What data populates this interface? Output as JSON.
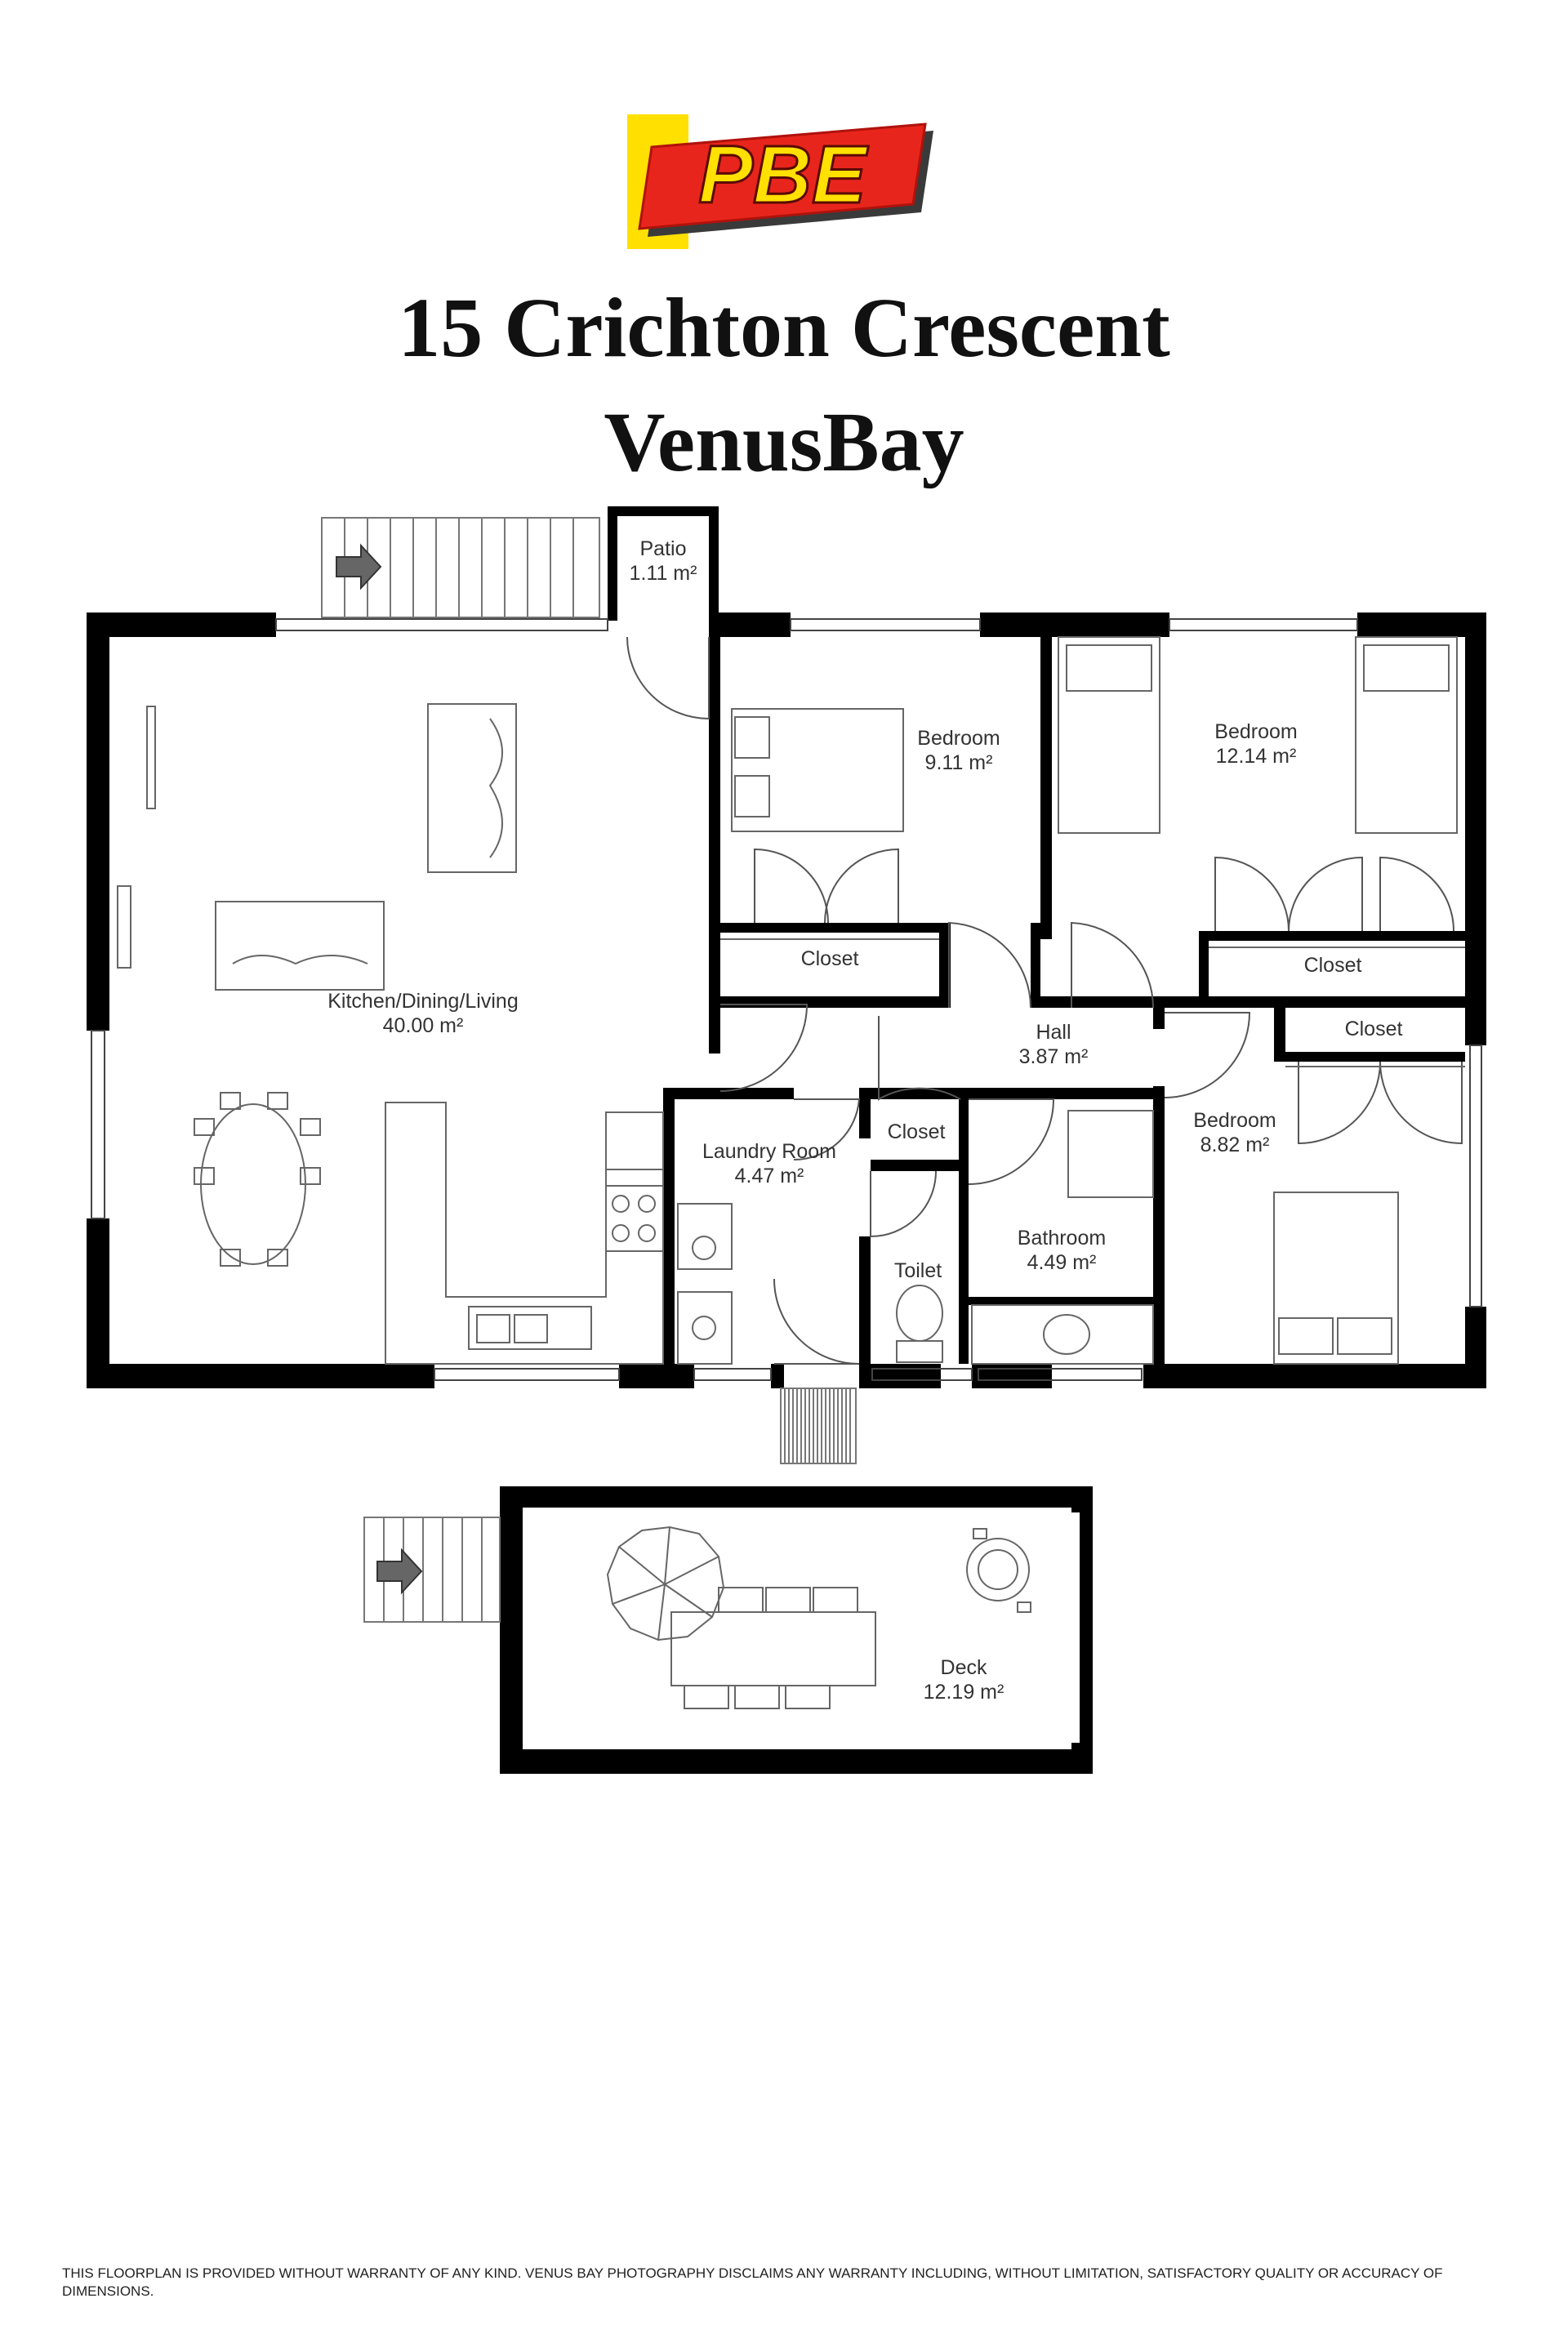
{
  "header": {
    "logo_text": "PBE",
    "address_line1": "15 Crichton Crescent",
    "address_line2": "VenusBay"
  },
  "colors": {
    "wall": "#000000",
    "furniture": "#555555",
    "logo_yellow": "#ffe000",
    "logo_red": "#e8251c"
  },
  "rooms": {
    "patio": {
      "name": "Patio",
      "area": "1.11 m²"
    },
    "living": {
      "name": "Kitchen/Dining/Living",
      "area": "40.00 m²"
    },
    "bed1": {
      "name": "Bedroom",
      "area": "9.11 m²"
    },
    "bed2": {
      "name": "Bedroom",
      "area": "12.14 m²"
    },
    "bed3": {
      "name": "Bedroom",
      "area": "8.82 m²"
    },
    "closet1": {
      "name": "Closet"
    },
    "closet2": {
      "name": "Closet"
    },
    "closet3": {
      "name": "Closet"
    },
    "closet4": {
      "name": "Closet"
    },
    "hall": {
      "name": "Hall",
      "area": "3.87 m²"
    },
    "laundry": {
      "name": "Laundry Room",
      "area": "4.47 m²"
    },
    "toilet": {
      "name": "Toilet"
    },
    "bathroom": {
      "name": "Bathroom",
      "area": "4.49 m²"
    },
    "deck": {
      "name": "Deck",
      "area": "12.19 m²"
    }
  },
  "footer": {
    "disclaimer": "THIS FLOORPLAN IS PROVIDED WITHOUT WARRANTY OF ANY KIND. VENUS BAY PHOTOGRAPHY DISCLAIMS ANY WARRANTY INCLUDING, WITHOUT LIMITATION, SATISFACTORY QUALITY OR ACCURACY OF DIMENSIONS."
  }
}
